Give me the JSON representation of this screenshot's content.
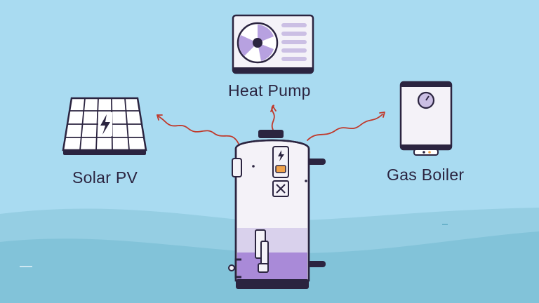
{
  "scene": {
    "labels": {
      "heat_pump": "Heat Pump",
      "solar_pv": "Solar PV",
      "gas_boiler": "Gas Boiler"
    },
    "colors": {
      "sky": "#a9dbf1",
      "water_back": "#8fcbe0",
      "water_front": "#7cbfd6",
      "outline": "#2b2440",
      "tank_white": "#f4f2f8",
      "tank_purple": "#9c7fcf",
      "tank_lavender": "#cbbfe4",
      "heat_wave": "#c0392b",
      "accent_orange": "#f0a24a"
    },
    "icons": [
      "heat-pump-unit-icon",
      "solar-panel-icon",
      "gas-boiler-icon",
      "hot-water-cylinder-icon",
      "lightning-bolt-icon",
      "fan-icon"
    ]
  }
}
